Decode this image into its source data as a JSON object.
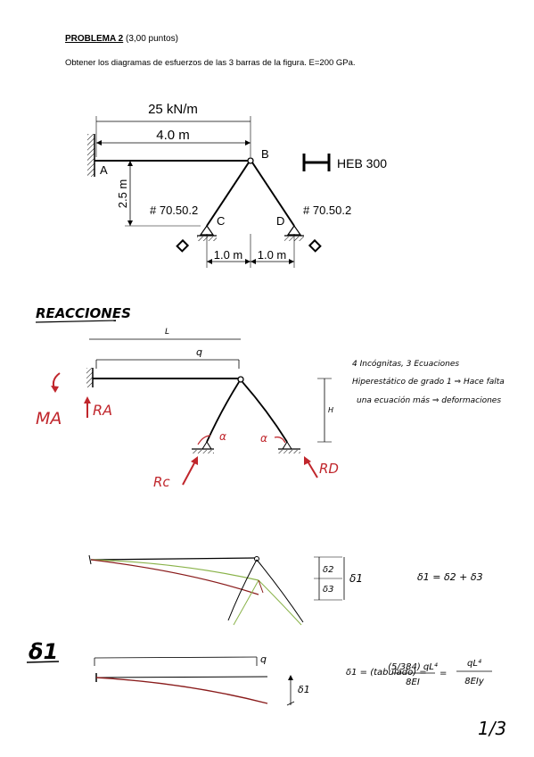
{
  "problem": {
    "title": "PROBLEMA 2",
    "points": "(3,00 puntos)",
    "statement": "Obtener los diagramas de esfuerzos de las 3 barras de la figura. E=200 GPa."
  },
  "figure": {
    "load": "25 kN/m",
    "span": "4.0 m",
    "height": "2.5 m",
    "node_a": "A",
    "node_b": "B",
    "node_c": "C",
    "node_d": "D",
    "bar_left_section": "# 70.50.2",
    "bar_right_section": "# 70.50.2",
    "beam_section": "HEB 300",
    "dist_left": "1.0 m",
    "dist_right": "1.0 m"
  },
  "reactions": {
    "heading": "REACCIONES",
    "length_label": "L",
    "load_label": "q",
    "height_label": "H",
    "ma": "MA",
    "ra": "RA",
    "rc": "Rc",
    "rd": "RD",
    "alpha_left": "α",
    "alpha_right": "α",
    "note_line1": "4 Incógnitas, 3 Ecuaciones",
    "note_line2": "Hiperestático de grado 1 ⇒ Hace falta",
    "note_line3": "una ecuación más ⇒ deformaciones"
  },
  "compat": {
    "delta1": "δ1",
    "delta2": "δ2",
    "delta3": "δ3",
    "equation": "δ1 = δ2 + δ3"
  },
  "delta1_section": {
    "heading": "δ1",
    "load_label": "q",
    "delta_label": "δ1",
    "formula_lhs": "δ1 = (tabulado) =",
    "formula_mid_num": "(5/384) qL⁴",
    "formula_mid_den": "8EI",
    "formula_rhs_num": "qL⁴",
    "formula_rhs_den": "8EIy"
  },
  "page": {
    "number": "1/3"
  },
  "colors": {
    "ink": "#000000",
    "red_ink": "#c0262c",
    "green_ink": "#8ab34a",
    "dark_red_ink": "#8a1c1c"
  }
}
